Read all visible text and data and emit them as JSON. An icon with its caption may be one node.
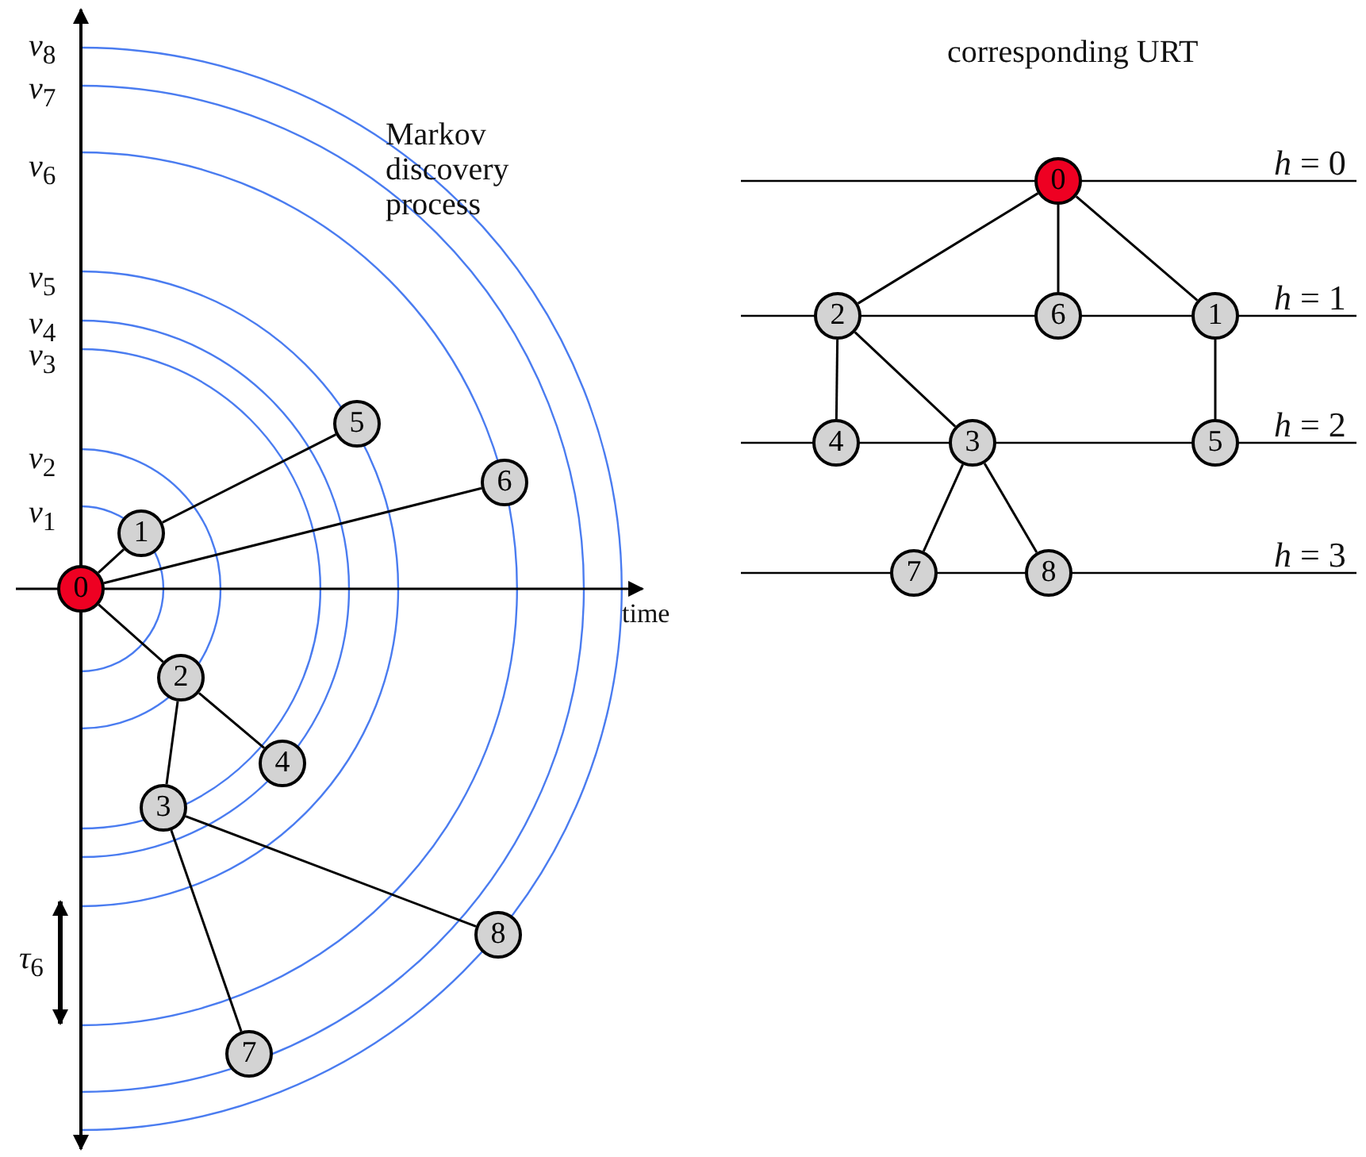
{
  "diagram": {
    "nodes": [
      {
        "text": [
          "0"
        ]
      },
      {
        "text": [
          "1"
        ]
      },
      {
        "text": [
          "5"
        ]
      },
      {
        "text": [
          "6"
        ]
      },
      {
        "text": [
          "2"
        ]
      },
      {
        "text": [
          "4"
        ]
      },
      {
        "text": [
          "3"
        ]
      },
      {
        "text": [
          "8"
        ]
      },
      {
        "text": [
          "7"
        ]
      },
      {
        "text": [
          "0"
        ]
      },
      {
        "text": [
          "2"
        ]
      },
      {
        "text": [
          "6"
        ]
      },
      {
        "text": [
          "1"
        ]
      },
      {
        "text": [
          "4"
        ]
      },
      {
        "text": [
          "3"
        ]
      },
      {
        "text": [
          "5"
        ]
      },
      {
        "text": [
          "7"
        ]
      },
      {
        "text": [
          "8"
        ]
      }
    ],
    "edges": [
      {
        "from": 0,
        "to": 1,
        "arrow": "none"
      },
      {
        "from": 1,
        "to": 2,
        "arrow": "none"
      },
      {
        "from": 0,
        "to": 3,
        "arrow": "none"
      },
      {
        "from": 0,
        "to": 4,
        "arrow": "none"
      },
      {
        "from": 4,
        "to": 5,
        "arrow": "none"
      },
      {
        "from": 4,
        "to": 6,
        "arrow": "none"
      },
      {
        "from": 6,
        "to": 7,
        "arrow": "none"
      },
      {
        "from": 6,
        "to": 8,
        "arrow": "none"
      },
      {
        "from": 9,
        "to": 10,
        "arrow": "none"
      },
      {
        "from": 9,
        "to": 11,
        "arrow": "none"
      },
      {
        "from": 9,
        "to": 12,
        "arrow": "none"
      },
      {
        "from": 10,
        "to": 13,
        "arrow": "none"
      },
      {
        "from": 10,
        "to": 14,
        "arrow": "none"
      },
      {
        "from": 12,
        "to": 15,
        "arrow": "none"
      },
      {
        "from": 14,
        "to": 16,
        "arrow": "none"
      },
      {
        "from": 14,
        "to": 17,
        "arrow": "none"
      }
    ],
    "labels": [
      "Markov discovery process",
      "*v*$_{8}$",
      "*v*$_{7}$",
      "*v*$_{6}$",
      "*v*$_{5}$",
      "*v*$_{4}$",
      "*v*$_{3}$",
      "*v*$_{2}$",
      "*v*$_{1}$",
      "corresponding URT",
      "*h* = 0",
      "*h* = 1",
      "*h* = 2",
      "*h* = 3",
      "time",
      "*τ*$_{6}$"
    ]
  }
}
